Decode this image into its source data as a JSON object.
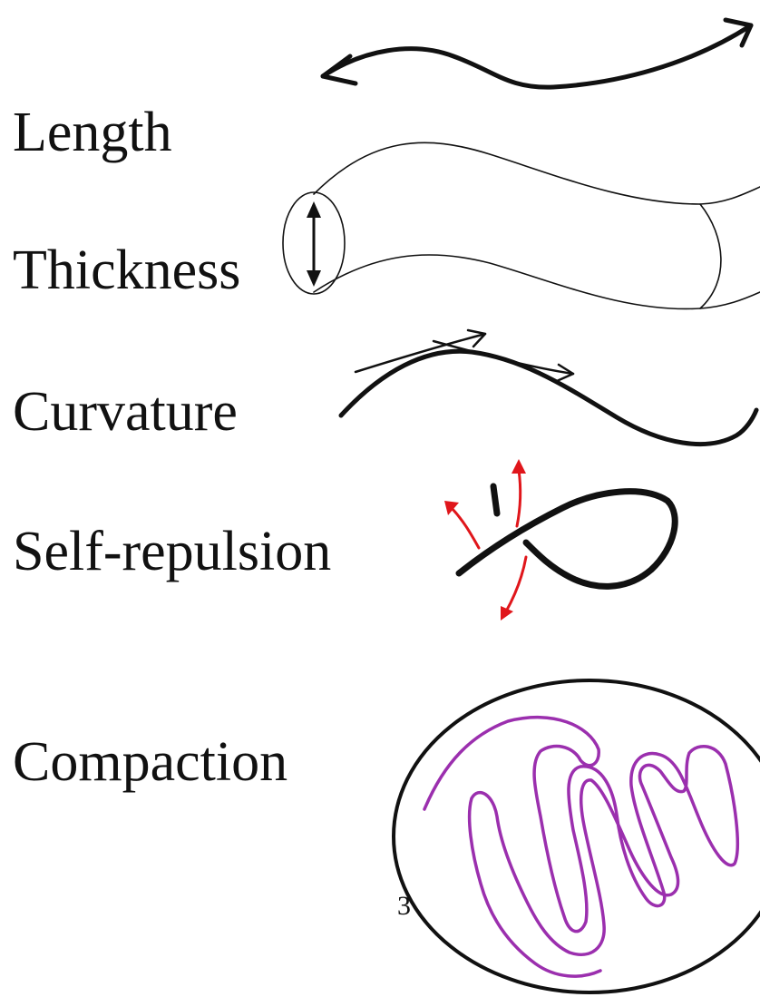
{
  "labels": {
    "length": "Length",
    "thickness": "Thickness",
    "curvature": "Curvature",
    "self_repulsion": "Self-repulsion",
    "compaction": "Compaction"
  },
  "page_number": "3",
  "colors": {
    "ink": "#111111",
    "repulsion_arrows": "#e0161b",
    "chain": "#9b2fae"
  }
}
